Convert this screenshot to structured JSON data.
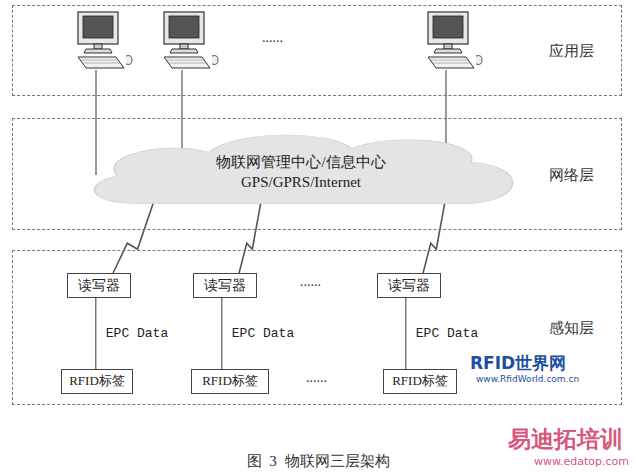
{
  "diagram": {
    "caption": "图 3 物联网三层架构",
    "nodes": [
      {
        "text": [
          "应用层"
        ]
      },
      {
        "text": [
          "网络层"
        ]
      },
      {
        "text": [
          "物联网管理中心/信息中心",
          "GPS/GPRS/Internet"
        ],
        "in": 1
      },
      {
        "text": [
          "感知层"
        ]
      },
      {
        "text": [
          "读写器"
        ],
        "in": 3
      },
      {
        "text": [
          "读写器"
        ],
        "in": 3
      },
      {
        "text": [
          "读写器"
        ],
        "in": 3
      },
      {
        "text": [
          "RFID标签"
        ],
        "in": 3
      },
      {
        "text": [
          "RFID标签"
        ],
        "in": 3
      },
      {
        "text": [
          "RFID标签"
        ],
        "in": 3
      }
    ],
    "edges": [
      {
        "from": 4,
        "to": 2,
        "arrow": "none"
      },
      {
        "from": 5,
        "to": 2,
        "arrow": "none"
      },
      {
        "from": 6,
        "to": 2,
        "arrow": "none"
      },
      {
        "from": 4,
        "to": 7,
        "label": "EPC Data",
        "arrow": "none"
      },
      {
        "from": 5,
        "to": 8,
        "label": "EPC Data",
        "arrow": "none"
      },
      {
        "from": 6,
        "to": 9,
        "label": "EPC Data",
        "arrow": "none"
      }
    ],
    "labels": [
      "......",
      "......",
      "......",
      "RFID世界网",
      "www.RfidWorld.com.cn",
      "易迪拓培训",
      "www.edatop.com"
    ]
  }
}
